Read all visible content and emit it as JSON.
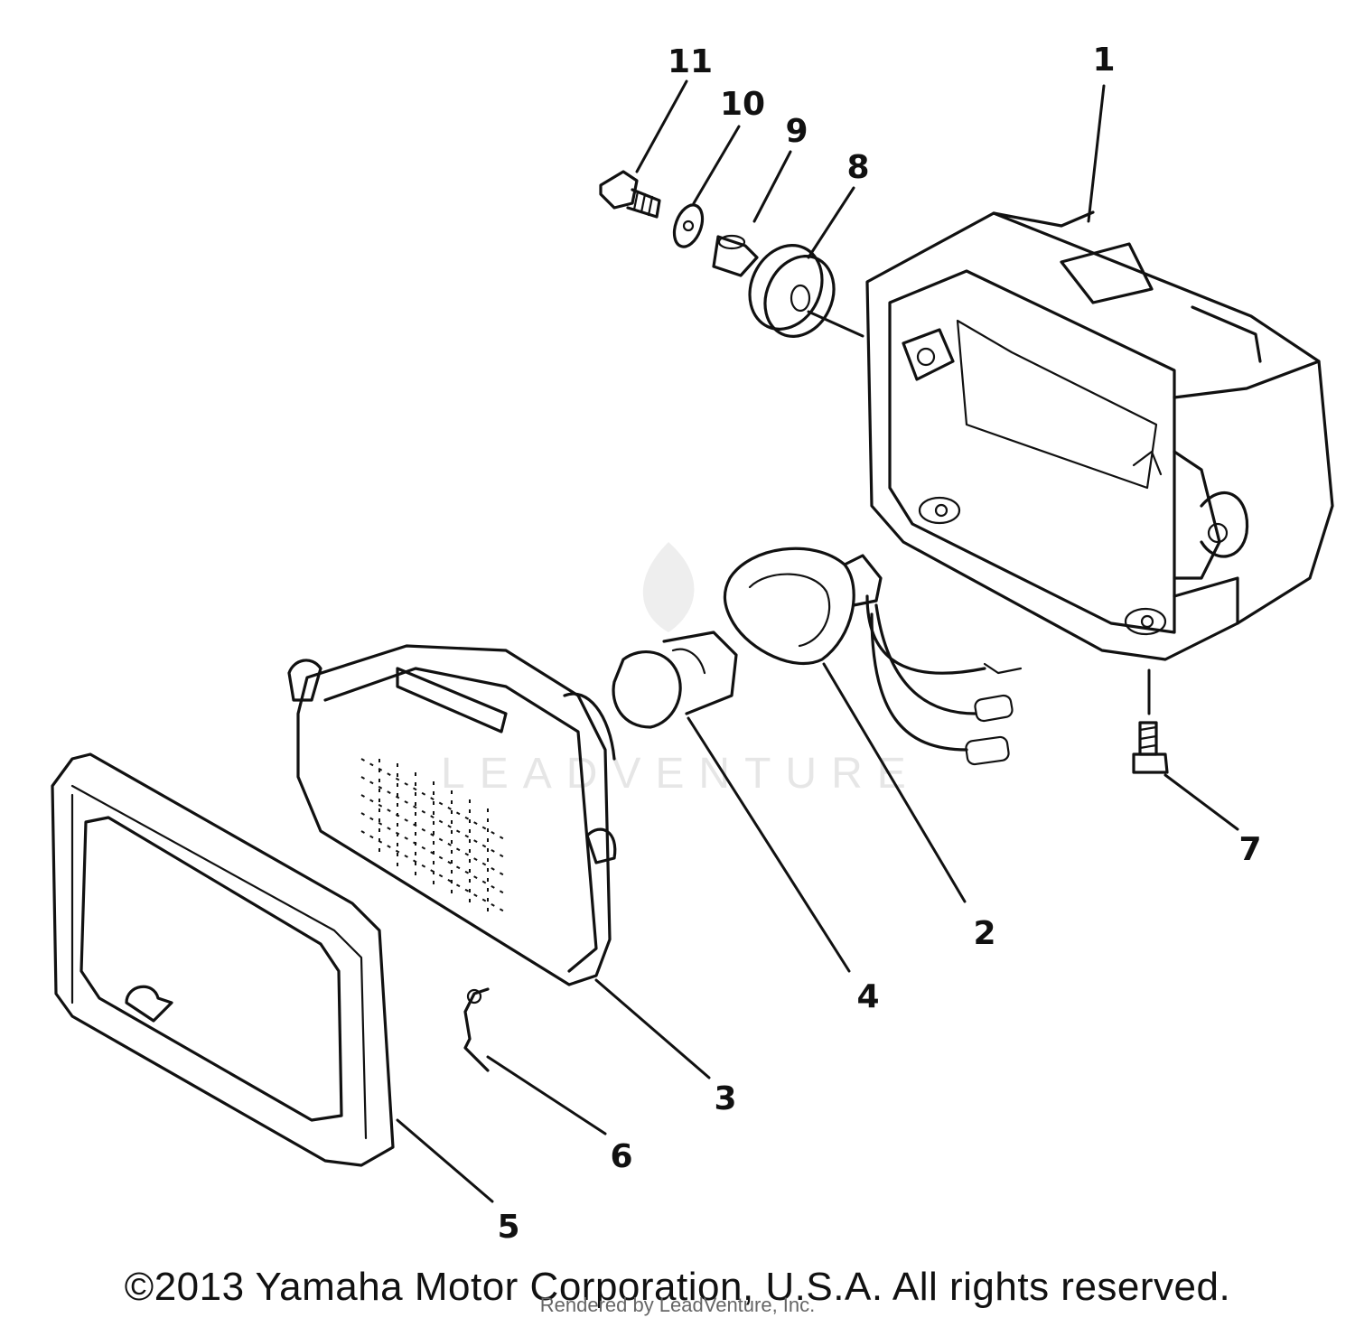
{
  "watermark": "LEADVENTURE",
  "callouts": [
    {
      "id": "1",
      "label": "1"
    },
    {
      "id": "2",
      "label": "2"
    },
    {
      "id": "3",
      "label": "3"
    },
    {
      "id": "4",
      "label": "4"
    },
    {
      "id": "5",
      "label": "5"
    },
    {
      "id": "6",
      "label": "6"
    },
    {
      "id": "7",
      "label": "7"
    },
    {
      "id": "8",
      "label": "8"
    },
    {
      "id": "9",
      "label": "9"
    },
    {
      "id": "10",
      "label": "10"
    },
    {
      "id": "11",
      "label": "11"
    }
  ],
  "footer": {
    "copyright": "©2013 Yamaha Motor Corporation, U.S.A. All rights reserved.",
    "rendered_by": "Rendered by LeadVenture, Inc."
  }
}
